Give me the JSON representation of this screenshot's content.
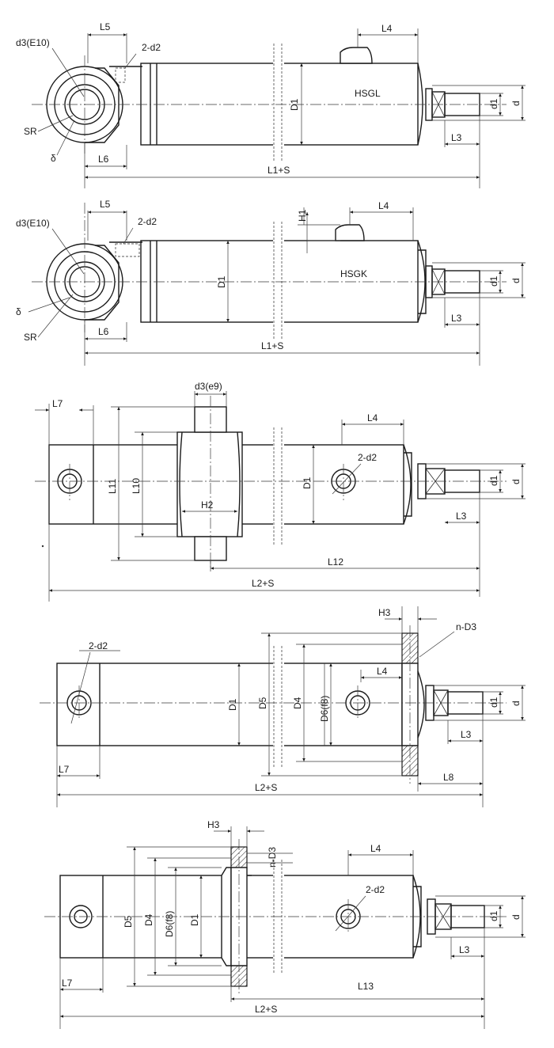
{
  "view1": {
    "model": "HSGL",
    "labels": {
      "L5": "L5",
      "d2": "2-d2",
      "d3": "d3(E10)",
      "sr": "SR",
      "delta": "δ",
      "L6": "L6",
      "L4": "L4",
      "D1": "D1",
      "d1": "d1",
      "d": "d",
      "L3": "L3",
      "L1S": "L1+S"
    }
  },
  "view2": {
    "model": "HSGK",
    "labels": {
      "L5": "L5",
      "d2": "2-d2",
      "d3": "d3(E10)",
      "sr": "SR",
      "delta": "δ",
      "L6": "L6",
      "L4": "L4",
      "H1": "H1",
      "D1": "D1",
      "d1": "d1",
      "d": "d",
      "L3": "L3",
      "L1S": "L1+S"
    }
  },
  "view3": {
    "labels": {
      "L7": "L7",
      "d3e9": "d3(e9)",
      "L4": "L4",
      "L11": "L11",
      "L10": "L10",
      "H2": "H2",
      "D1": "D1",
      "d2": "2-d2",
      "d1": "d1",
      "d": "d",
      "L3": "L3",
      "L12": "L12",
      "L2S": "L2+S"
    }
  },
  "view4": {
    "labels": {
      "H3": "H3",
      "nD3": "n-D3",
      "d2": "2-d2",
      "L4": "L4",
      "D1": "D1",
      "D5": "D5",
      "D4": "D4",
      "D6": "D6(f8)",
      "d1": "d1",
      "d": "d",
      "L3": "L3",
      "L7": "L7",
      "L8": "L8",
      "L2S": "L2+S"
    }
  },
  "view5": {
    "labels": {
      "H3": "H3",
      "nD3": "n-D3",
      "L4": "L4",
      "d2": "2-d2",
      "D5": "D5",
      "D4": "D4",
      "D6": "D6(f8)",
      "D1": "D1",
      "d1": "d1",
      "d": "d",
      "L3": "L3",
      "L7": "L7",
      "L13": "L13",
      "L2S": "L2+S"
    }
  }
}
